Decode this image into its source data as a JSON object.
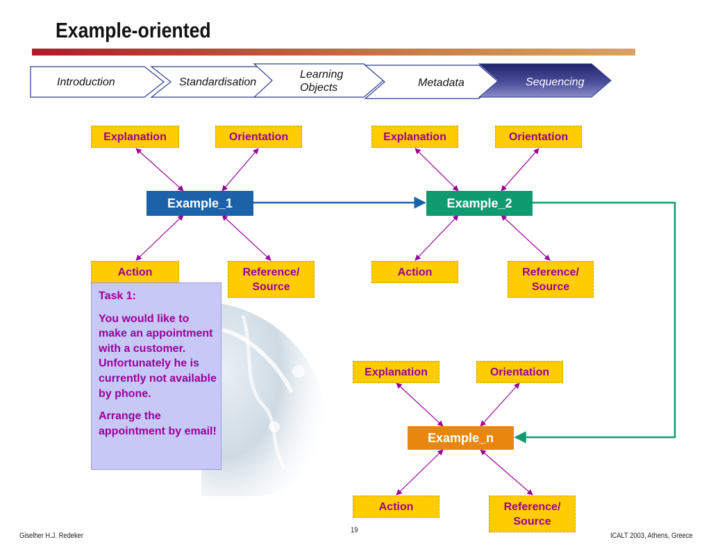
{
  "slide": {
    "title": "Example-oriented",
    "page_number": "19",
    "author": "Giselher H.J. Redeker",
    "conference": "ICALT 2003, Athens, Greece"
  },
  "nav_steps": [
    {
      "label": "Introduction",
      "active": false
    },
    {
      "label": "Standardisation",
      "active": false
    },
    {
      "label": "Learning Objects",
      "line1": "Learning",
      "line2": "Objects",
      "active": false
    },
    {
      "label": "Metadata",
      "active": false
    },
    {
      "label": "Sequencing",
      "active": true
    }
  ],
  "diagram": {
    "examples": [
      {
        "label": "Example_1",
        "color": "#1b62a8"
      },
      {
        "label": "Example_2",
        "color": "#0f9a70"
      },
      {
        "label": "Example_n",
        "color": "#e8860e"
      }
    ],
    "resources": {
      "explanation": "Explanation",
      "orientation": "Orientation",
      "action": "Action",
      "reference_line1": "Reference/",
      "reference_line2": "Source"
    },
    "resource_color": "#ffcc00",
    "resource_text_color": "#990099",
    "connector_color": "#990099"
  },
  "task": {
    "heading": "Task 1:",
    "body": "You would like to make an appointment with a customer. Unfortunately he is currently not available by phone.",
    "instruction": "Arrange the appointment by email!"
  }
}
